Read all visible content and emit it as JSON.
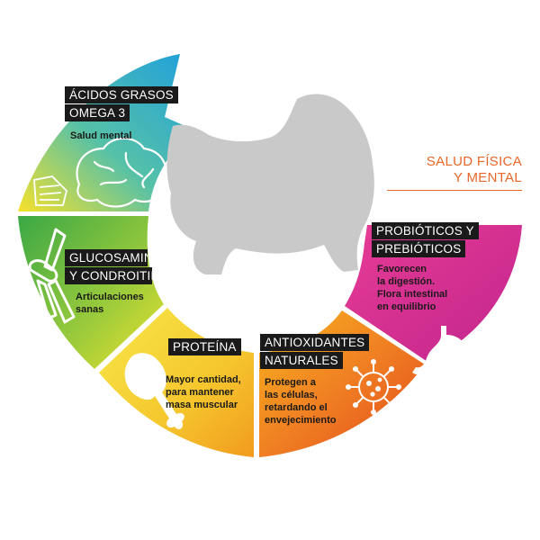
{
  "heading": {
    "line1": "SALUD FÍSICA",
    "line2": "Y MENTAL"
  },
  "segments": [
    {
      "title_lines": [
        "ÁCIDOS GRASOS",
        "OMEGA 3"
      ],
      "desc_lines": [
        "Salud mental"
      ],
      "icon": "brain-icon",
      "secondary_icon": "fish-fillet-icon",
      "color_start": "#f7e12b",
      "color_end": "#2aa7d8"
    },
    {
      "title_lines": [
        "GLUCOSAMINA",
        "Y CONDROITINA"
      ],
      "desc_lines": [
        "Articulaciones",
        "sanas"
      ],
      "icon": "knee-joint-icon",
      "color_start": "#f2e52a",
      "color_end": "#3fae4a"
    },
    {
      "title_lines": [
        "PROTEÍNA"
      ],
      "desc_lines": [
        "Mayor cantidad,",
        "para mantener",
        "masa muscular"
      ],
      "icon": "chicken-leg-icon",
      "color_start": "#f3e634",
      "color_end": "#f29b1f"
    },
    {
      "title_lines": [
        "ANTIOXIDANTES",
        "NATURALES"
      ],
      "desc_lines": [
        "Protegen a",
        "las células,",
        "retardando el",
        "envejecimiento"
      ],
      "icon": "virus-cell-icon",
      "color_start": "#f7b51f",
      "color_end": "#e8511f"
    },
    {
      "title_lines": [
        "PROBIÓTICOS Y",
        "PREBIÓTICOS"
      ],
      "desc_lines": [
        "Favorecen",
        "la digestión.",
        "Flora intestinal",
        "en equilibrio"
      ],
      "icon": "stomach-icon",
      "color_start": "#d9278e",
      "color_end": "#c2248e"
    }
  ],
  "center_icon": "sheepdog-silhouette-icon",
  "colors": {
    "accent": "#e8672a",
    "label_bg": "#1a1a1a",
    "dog": "#c9c9c9"
  }
}
